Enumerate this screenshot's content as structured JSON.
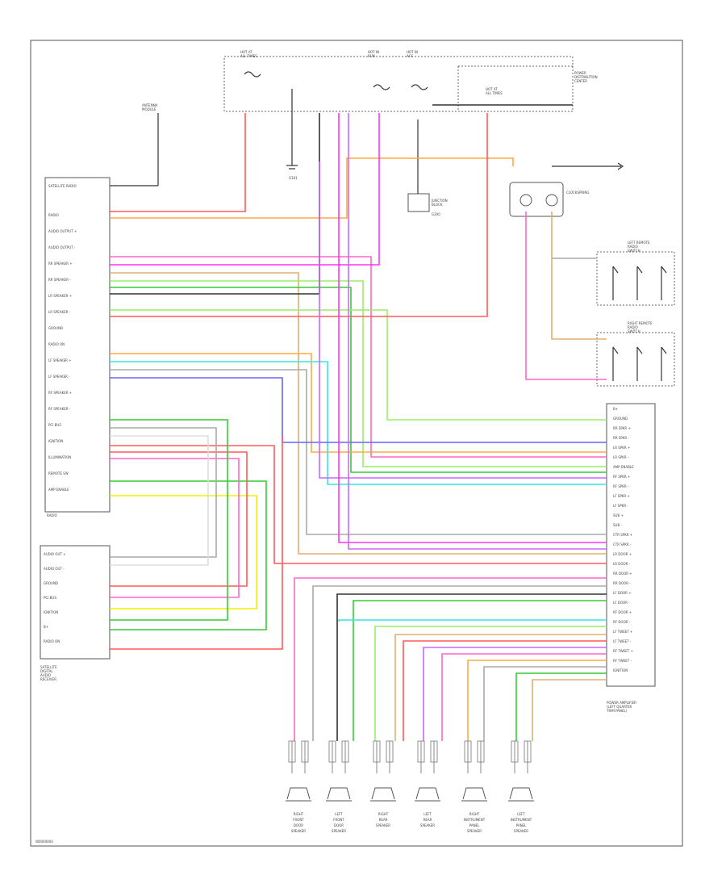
{
  "diagram": {
    "top_fuses": [
      {
        "id": "fuse1",
        "lines": [
          "HOT AT",
          "ALL TIMES"
        ]
      },
      {
        "id": "fuse2",
        "lines": [
          "HOT IN",
          "RUN"
        ]
      },
      {
        "id": "fuse3",
        "lines": [
          "HOT IN",
          "ACC"
        ]
      },
      {
        "id": "fuse4",
        "lines": [
          "HOT AT",
          "ALL TIMES"
        ]
      }
    ],
    "power_distribution": {
      "lines": [
        "POWER",
        "DISTRIBUTION",
        "CENTER"
      ]
    },
    "antenna": {
      "lines": [
        "ANTENNA",
        "MODULE"
      ]
    },
    "ground1": {
      "lines": [
        "G101"
      ]
    },
    "ground2": {
      "lines": [
        "G200"
      ]
    },
    "junction_block": {
      "lines": [
        "JUNCTION",
        "BLOCK"
      ]
    },
    "clockspring": {
      "lines": [
        "CLOCKSPRING"
      ]
    },
    "left_remote": {
      "lines": [
        "LEFT REMOTE",
        "RADIO",
        "SWITCH"
      ]
    },
    "right_remote": {
      "lines": [
        "RIGHT REMOTE",
        "RADIO",
        "SWITCH"
      ]
    },
    "radio": {
      "top_label": "SATELLITE RADIO",
      "pins": [
        "RADIO",
        "AUDIO OUTPUT +",
        "AUDIO OUTPUT -",
        "RR SPEAKER +",
        "RR SPEAKER -",
        "LR SPEAKER +",
        "LR SPEAKER -",
        "GROUND",
        "RADIO ON",
        "LF SPEAKER +",
        "LF SPEAKER -",
        "RF SPEAKER +",
        "RF SPEAKER -",
        "PCI BUS",
        "IGNITION",
        "ILLUMINATION",
        "REMOTE SW",
        "AMP ENABLE"
      ],
      "bottom_label": "RADIO"
    },
    "sat_module": {
      "pins": [
        "AUDIO OUT +",
        "AUDIO OUT -",
        "GROUND",
        "PCI BUS",
        "IGNITION",
        "B+",
        "RADIO ON"
      ],
      "caption": [
        "SATELLITE",
        "DIGITAL",
        "AUDIO",
        "RECEIVER"
      ]
    },
    "amplifier": {
      "pins": [
        "B+",
        "GROUND",
        "RR SPKR +",
        "RR SPKR -",
        "LR SPKR +",
        "LR SPKR -",
        "AMP ENABLE",
        "RF SPKR +",
        "RF SPKR -",
        "LF SPKR +",
        "LF SPKR -",
        "SUB +",
        "SUB -",
        "CTR SPKR +",
        "CTR SPKR -",
        "LR DOOR +",
        "LR DOOR -",
        "RR DOOR +",
        "RR DOOR -",
        "LF DOOR +",
        "LF DOOR -",
        "RF DOOR +",
        "RF DOOR -",
        "LF TWEET +",
        "LF TWEET -",
        "RF TWEET +",
        "RF TWEET -",
        "IGNITION"
      ],
      "caption": [
        "POWER AMPLIFIER",
        "(LEFT QUARTER",
        "TRIM PANEL)"
      ]
    },
    "speakers": [
      {
        "lines": [
          "RIGHT",
          "FRONT",
          "DOOR",
          "SPEAKER"
        ]
      },
      {
        "lines": [
          "LEFT",
          "FRONT",
          "DOOR",
          "SPEAKER"
        ]
      },
      {
        "lines": [
          "RIGHT",
          "REAR",
          "SPEAKER"
        ]
      },
      {
        "lines": [
          "LEFT",
          "REAR",
          "SPEAKER"
        ]
      },
      {
        "lines": [
          "RIGHT",
          "INSTRUMENT",
          "PANEL",
          "SPEAKER"
        ]
      },
      {
        "lines": [
          "LEFT",
          "INSTRUMENT",
          "PANEL",
          "SPEAKER"
        ]
      }
    ],
    "footer_code": "W0000000",
    "colors": {
      "red": "#ff5a5a",
      "pink": "#ff66cc",
      "magenta": "#ff33ff",
      "orange": "#ffaa44",
      "tan": "#e0b070",
      "yellow": "#f2f200",
      "green": "#33cc33",
      "lightgreen": "#99ee66",
      "cyan": "#33e6e6",
      "blue": "#6666ff",
      "violet": "#cc66ff",
      "black": "#333333",
      "brown": "#a06030",
      "gray": "#aaaaaa",
      "white": "#dddddd"
    }
  }
}
